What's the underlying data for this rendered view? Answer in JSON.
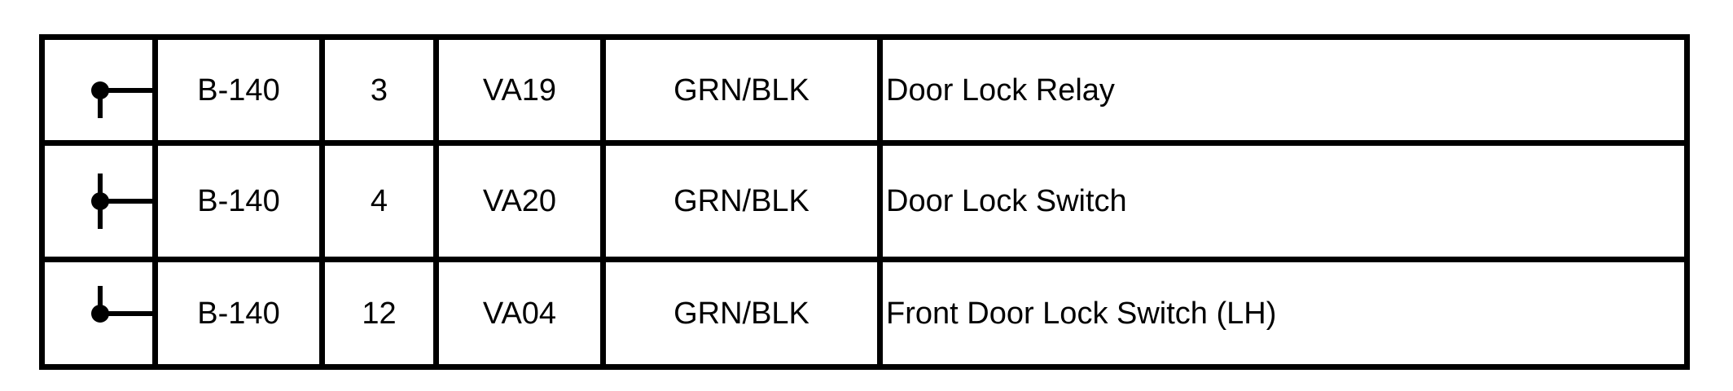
{
  "page": {
    "background_color": "#ffffff",
    "line_color": "#000000",
    "text_color": "#000000"
  },
  "table": {
    "description": "connector-pin-wire-table",
    "columns": [
      "symbol",
      "connector",
      "pin",
      "circuit",
      "wire_color",
      "destination"
    ],
    "rows": [
      {
        "symbol_icon": "wire-branch-down-icon",
        "connector": "B-140",
        "pin": "3",
        "circuit": "VA19",
        "wire_color": "GRN/BLK",
        "destination": "Door Lock Relay"
      },
      {
        "symbol_icon": "wire-branch-up-down-icon",
        "connector": "B-140",
        "pin": "4",
        "circuit": "VA20",
        "wire_color": "GRN/BLK",
        "destination": "Door Lock Switch"
      },
      {
        "symbol_icon": "wire-branch-up-icon",
        "connector": "B-140",
        "pin": "12",
        "circuit": "VA04",
        "wire_color": "GRN/BLK",
        "destination": "Front Door Lock Switch (LH)"
      }
    ]
  }
}
